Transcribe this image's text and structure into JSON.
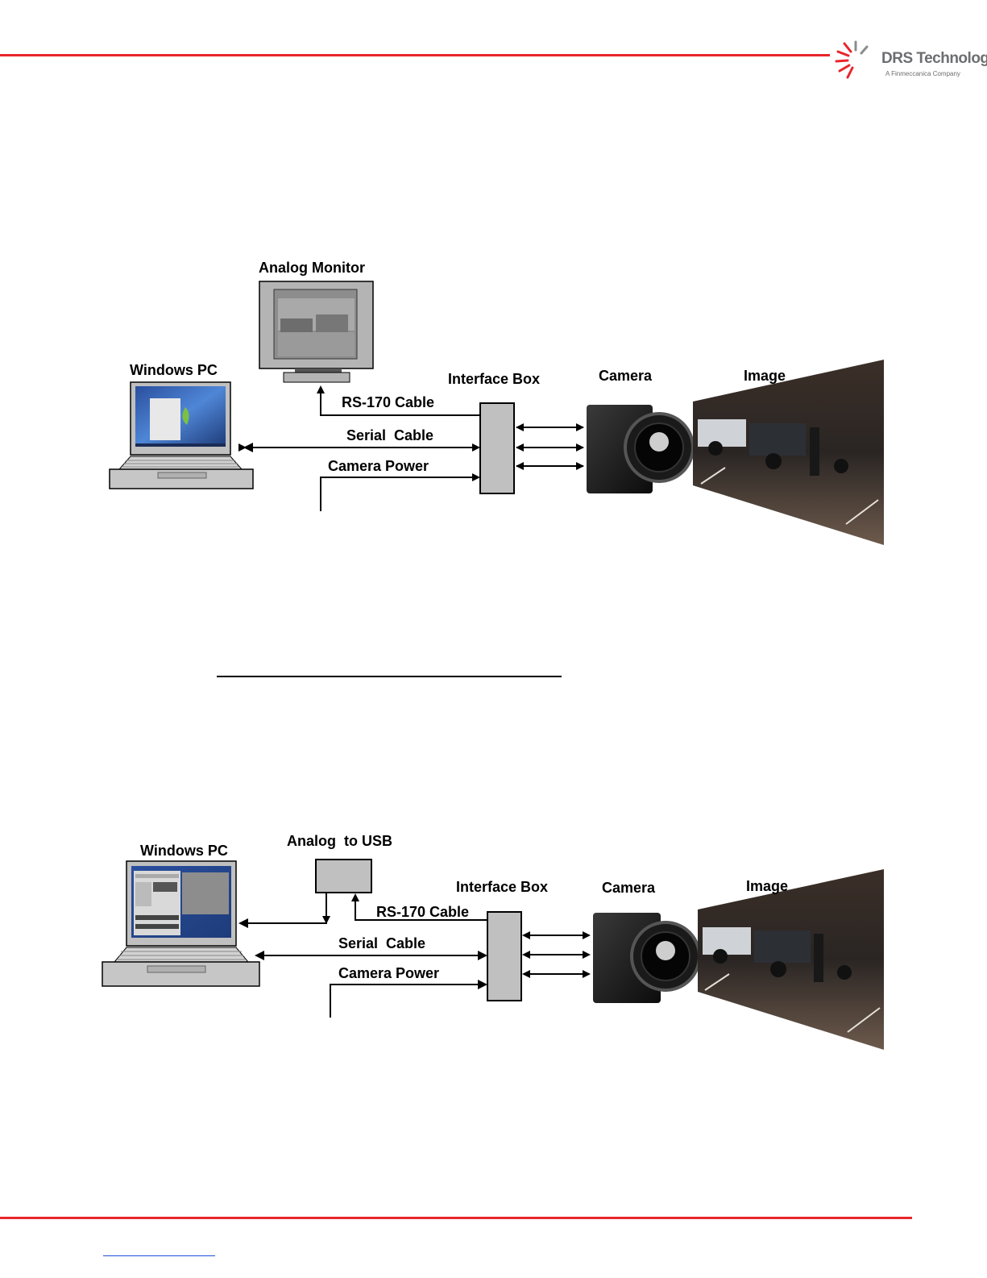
{
  "theme": {
    "accent": "#e8262b",
    "link": "#1f4fd6"
  },
  "header": {
    "logo_name": "DRS Technologies",
    "logo_sub": "A Finmeccanica Company",
    "logo_icon": "drs-sunburst-icon"
  },
  "diagram1": {
    "monitor_label": "Analog Monitor",
    "pc_label": "Windows PC",
    "interface_label": "Interface Box",
    "camera_label": "Camera",
    "image_label": "Image",
    "rs170_label": "RS-170 Cable",
    "serial_label": "Serial  Cable",
    "power_label": "Camera Power"
  },
  "diagram2": {
    "converter_label": "Analog  to USB",
    "pc_label": "Windows PC",
    "interface_label": "Interface Box",
    "camera_label": "Camera",
    "image_label": "Image",
    "rs170_label": "RS-170 Cable",
    "serial_label": "Serial  Cable",
    "power_label": "Camera Power"
  }
}
